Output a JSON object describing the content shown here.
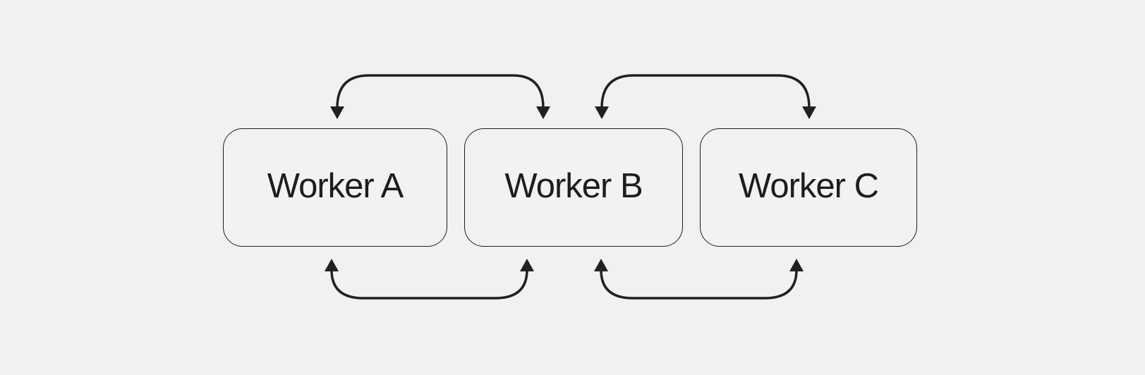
{
  "diagram": {
    "title": "worker-communication-diagram",
    "background_color": "#f1f1ef",
    "node_fill_color": "#f2f2f0",
    "node_border_color": "#1e1e1e",
    "text_color": "#1d1d1d",
    "arrow_color": "#212121",
    "nodes": [
      {
        "id": "worker-a",
        "label": "Worker A"
      },
      {
        "id": "worker-b",
        "label": "Worker B"
      },
      {
        "id": "worker-c",
        "label": "Worker C"
      }
    ],
    "edges": [
      {
        "from": "worker-a",
        "to": "worker-b",
        "position": "top",
        "direction": "bidirectional"
      },
      {
        "from": "worker-a",
        "to": "worker-b",
        "position": "bottom",
        "direction": "bidirectional"
      },
      {
        "from": "worker-b",
        "to": "worker-c",
        "position": "top",
        "direction": "bidirectional"
      },
      {
        "from": "worker-b",
        "to": "worker-c",
        "position": "bottom",
        "direction": "bidirectional"
      }
    ]
  }
}
